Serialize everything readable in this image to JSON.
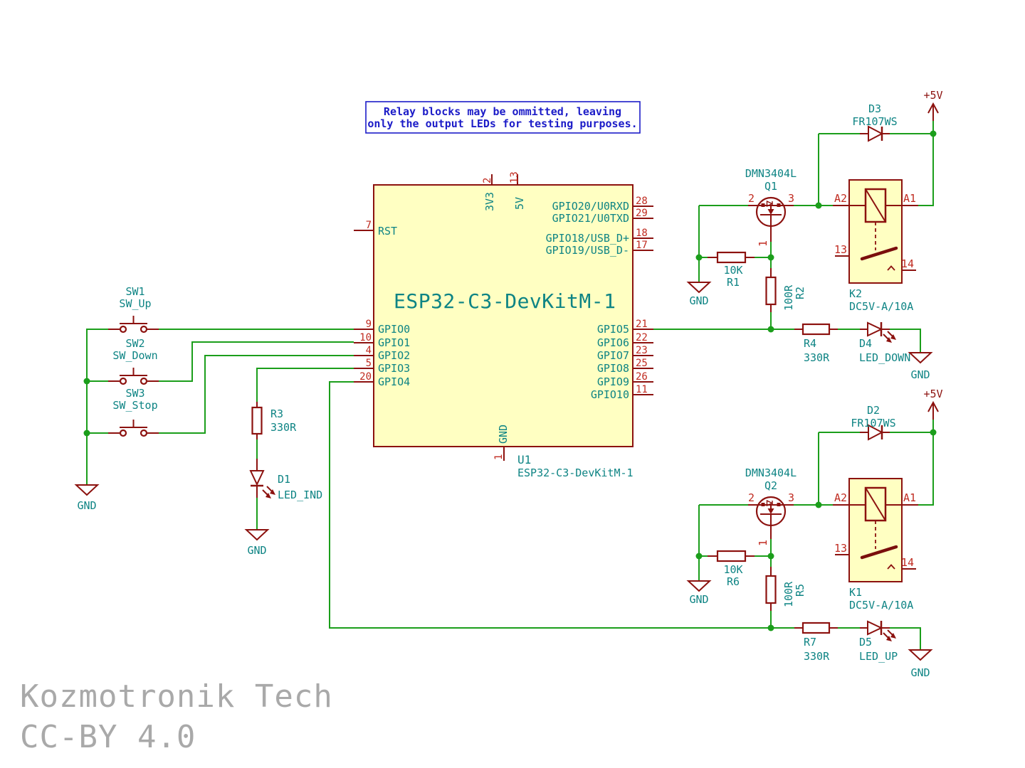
{
  "note": {
    "line1": "Relay blocks may be ommitted, leaving",
    "line2": "only the output LEDs for testing purposes."
  },
  "credit": {
    "brand": "Kozmotronik Tech",
    "license": "CC-BY 4.0"
  },
  "power": {
    "p5v": "+5V",
    "gnd": "GND"
  },
  "u1": {
    "ref": "U1",
    "value": "ESP32-C3-DevKitM-1",
    "title": "ESP32-C3-DevKitM-1"
  },
  "u1_pins": {
    "rst": {
      "num": "7",
      "name": "RST"
    },
    "v3v3": {
      "num": "2",
      "name": "3V3"
    },
    "v5": {
      "num": "13",
      "name": "5V"
    },
    "gnd": {
      "num": "1",
      "name": "GND"
    },
    "gpio0": {
      "num": "9",
      "name": "GPIO0"
    },
    "gpio1": {
      "num": "10",
      "name": "GPIO1"
    },
    "gpio2": {
      "num": "4",
      "name": "GPIO2"
    },
    "gpio3": {
      "num": "5",
      "name": "GPIO3"
    },
    "gpio4": {
      "num": "20",
      "name": "GPIO4"
    },
    "gpio5": {
      "num": "21",
      "name": "GPIO5"
    },
    "gpio6": {
      "num": "22",
      "name": "GPIO6"
    },
    "gpio7": {
      "num": "23",
      "name": "GPIO7"
    },
    "gpio8": {
      "num": "25",
      "name": "GPIO8"
    },
    "gpio9": {
      "num": "26",
      "name": "GPIO9"
    },
    "gpio10": {
      "num": "11",
      "name": "GPIO10"
    },
    "gpio20": {
      "num": "28",
      "name": "GPIO20/U0RXD"
    },
    "gpio21": {
      "num": "29",
      "name": "GPIO21/U0TXD"
    },
    "gpio18": {
      "num": "18",
      "name": "GPIO18/USB_D+"
    },
    "gpio19": {
      "num": "17",
      "name": "GPIO19/USB_D-"
    }
  },
  "sw1": {
    "ref": "SW1",
    "value": "SW_Up"
  },
  "sw2": {
    "ref": "SW2",
    "value": "SW_Down"
  },
  "sw3": {
    "ref": "SW3",
    "value": "SW_Stop"
  },
  "q1": {
    "ref": "Q1",
    "value": "DMN3404L",
    "pin_gate": "1",
    "pin_source": "2",
    "pin_drain": "3"
  },
  "q2": {
    "ref": "Q2",
    "value": "DMN3404L",
    "pin_gate": "1",
    "pin_source": "2",
    "pin_drain": "3"
  },
  "r1": {
    "ref": "R1",
    "value": "10K"
  },
  "r2": {
    "ref": "R2",
    "value": "100R"
  },
  "r3": {
    "ref": "R3",
    "value": "330R"
  },
  "r4": {
    "ref": "R4",
    "value": "330R"
  },
  "r5": {
    "ref": "R5",
    "value": "100R"
  },
  "r6": {
    "ref": "R6",
    "value": "10K"
  },
  "r7": {
    "ref": "R7",
    "value": "330R"
  },
  "d1": {
    "ref": "D1",
    "value": "LED_IND"
  },
  "d2": {
    "ref": "D2",
    "value": "FR107WS"
  },
  "d3": {
    "ref": "D3",
    "value": "FR107WS"
  },
  "d4": {
    "ref": "D4",
    "value": "LED_DOWN"
  },
  "d5": {
    "ref": "D5",
    "value": "LED_UP"
  },
  "k1": {
    "ref": "K1",
    "value": "DC5V-A/10A",
    "pin_a1": "A1",
    "pin_a2": "A2",
    "pin_com": "13",
    "pin_no": "14"
  },
  "k2": {
    "ref": "K2",
    "value": "DC5V-A/10A",
    "pin_a1": "A1",
    "pin_a2": "A2",
    "pin_com": "13",
    "pin_no": "14"
  },
  "colors": {
    "wire_green": "#1B9E1B",
    "symbol_maroon": "#8C120F",
    "pin_number_red": "#C02B20",
    "label_teal": "#0E8484",
    "body_fill_yellow": "#FFFFC2",
    "note_blue": "#1C1CC8",
    "credit_gray": "#A9A9A9"
  }
}
